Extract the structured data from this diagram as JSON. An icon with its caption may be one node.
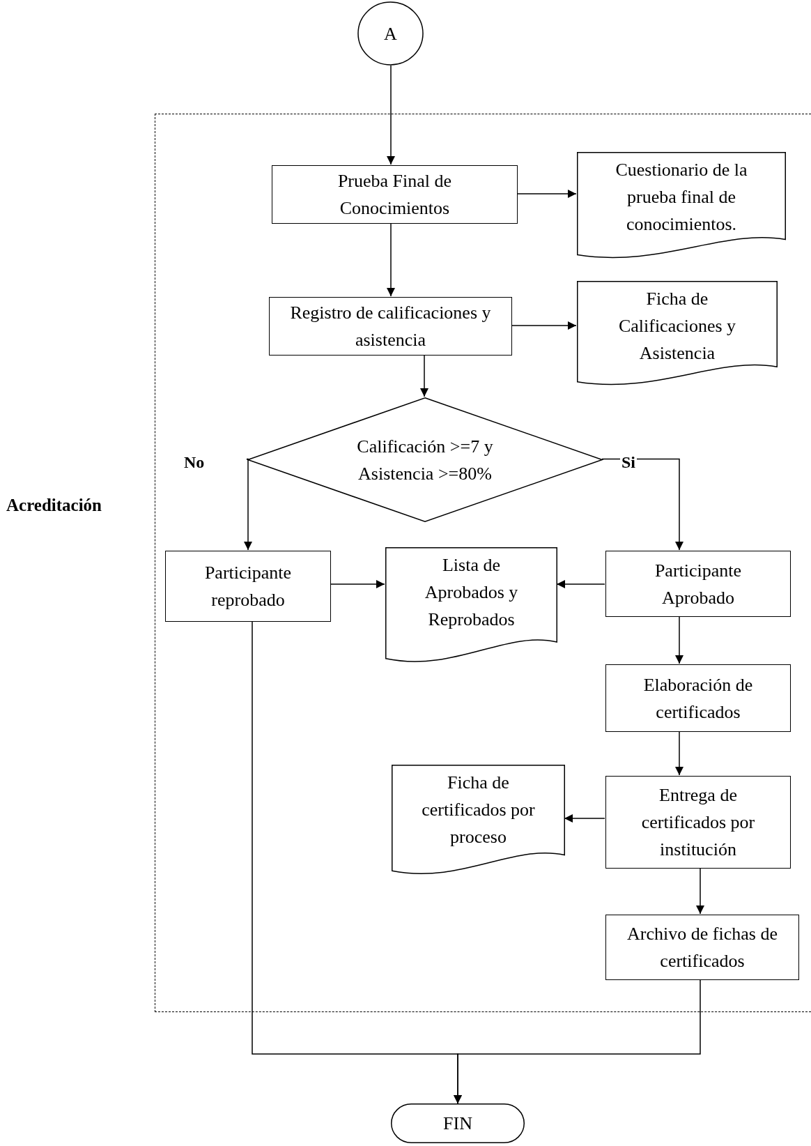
{
  "diagram": {
    "nodes": [
      {
        "text": [
          "A"
        ]
      },
      {
        "text": [
          "Acreditación"
        ]
      },
      {
        "text": [
          "Prueba Final de Conocimientos"
        ],
        "in": 1
      },
      {
        "text": [
          "Cuestionario de la prueba final de conocimientos."
        ],
        "in": 1
      },
      {
        "text": [
          "Registro de calificaciones y asistencia"
        ],
        "in": 1
      },
      {
        "text": [
          "Ficha de Calificaciones y Asistencia"
        ],
        "in": 1
      },
      {
        "text": [
          "Calificación >=7  y Asistencia >=80%"
        ],
        "in": 1
      },
      {
        "text": [
          "Participante reprobado"
        ],
        "in": 1
      },
      {
        "text": [
          "Lista de Aprobados y Reprobados"
        ],
        "in": 1
      },
      {
        "text": [
          "Participante Aprobado"
        ],
        "in": 1
      },
      {
        "text": [
          "Elaboración de certificados"
        ],
        "in": 1
      },
      {
        "text": [
          "Ficha de certificados por proceso"
        ],
        "in": 1
      },
      {
        "text": [
          "Entrega de certificados por institución"
        ],
        "in": 1
      },
      {
        "text": [
          "Archivo de fichas de certificados"
        ],
        "in": 1
      },
      {
        "text": [
          "FIN"
        ]
      }
    ],
    "edges": [
      {
        "from": 0,
        "to": 2,
        "arrow": "to"
      },
      {
        "from": 2,
        "to": 3,
        "arrow": "to"
      },
      {
        "from": 2,
        "to": 4,
        "arrow": "to"
      },
      {
        "from": 4,
        "to": 5,
        "arrow": "to"
      },
      {
        "from": 4,
        "to": 6,
        "arrow": "to"
      },
      {
        "from": 6,
        "to": 7,
        "arrow": "to",
        "label": "No"
      },
      {
        "from": 6,
        "to": 9,
        "arrow": "to",
        "label": "Si"
      },
      {
        "from": 7,
        "to": 8,
        "arrow": "to"
      },
      {
        "from": 9,
        "to": 8,
        "arrow": "to"
      },
      {
        "from": 9,
        "to": 10,
        "arrow": "to"
      },
      {
        "from": 10,
        "to": 12,
        "arrow": "to"
      },
      {
        "from": 12,
        "to": 11,
        "arrow": "to"
      },
      {
        "from": 12,
        "to": 13,
        "arrow": "to"
      },
      {
        "from": 7,
        "to": 14,
        "arrow": "to"
      },
      {
        "from": 13,
        "to": 14,
        "arrow": "to"
      }
    ]
  }
}
